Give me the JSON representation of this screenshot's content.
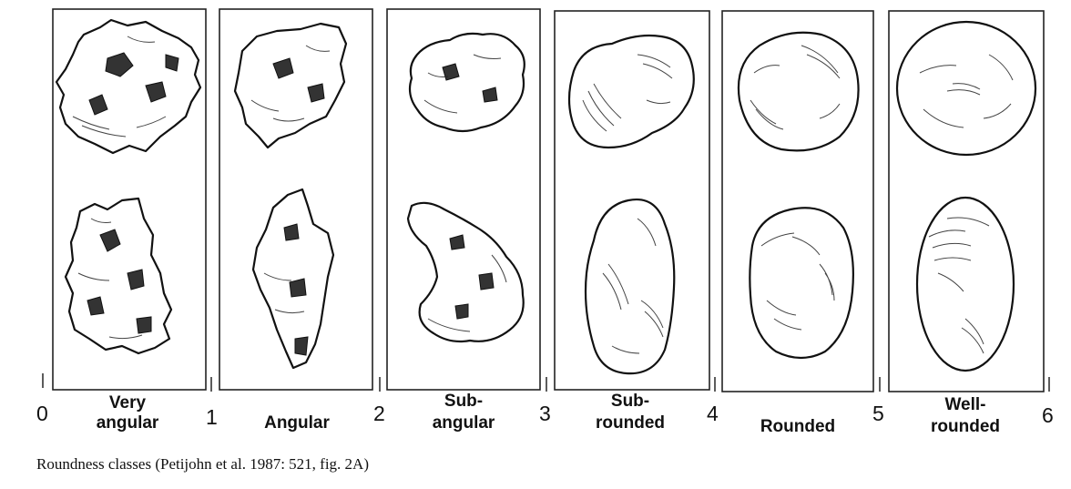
{
  "classes": [
    {
      "line1": "Very",
      "line2": "angular"
    },
    {
      "line1": "",
      "line2": "Angular"
    },
    {
      "line1": "Sub-",
      "line2": "angular"
    },
    {
      "line1": "Sub-",
      "line2": "rounded"
    },
    {
      "line1": "",
      "line2": "Rounded"
    },
    {
      "line1": "Well-",
      "line2": "rounded"
    }
  ],
  "scale": [
    "0",
    "1",
    "2",
    "3",
    "4",
    "5",
    "6"
  ],
  "caption": "Roundness classes (Petijohn et al. 1987: 521, fig. 2A)"
}
